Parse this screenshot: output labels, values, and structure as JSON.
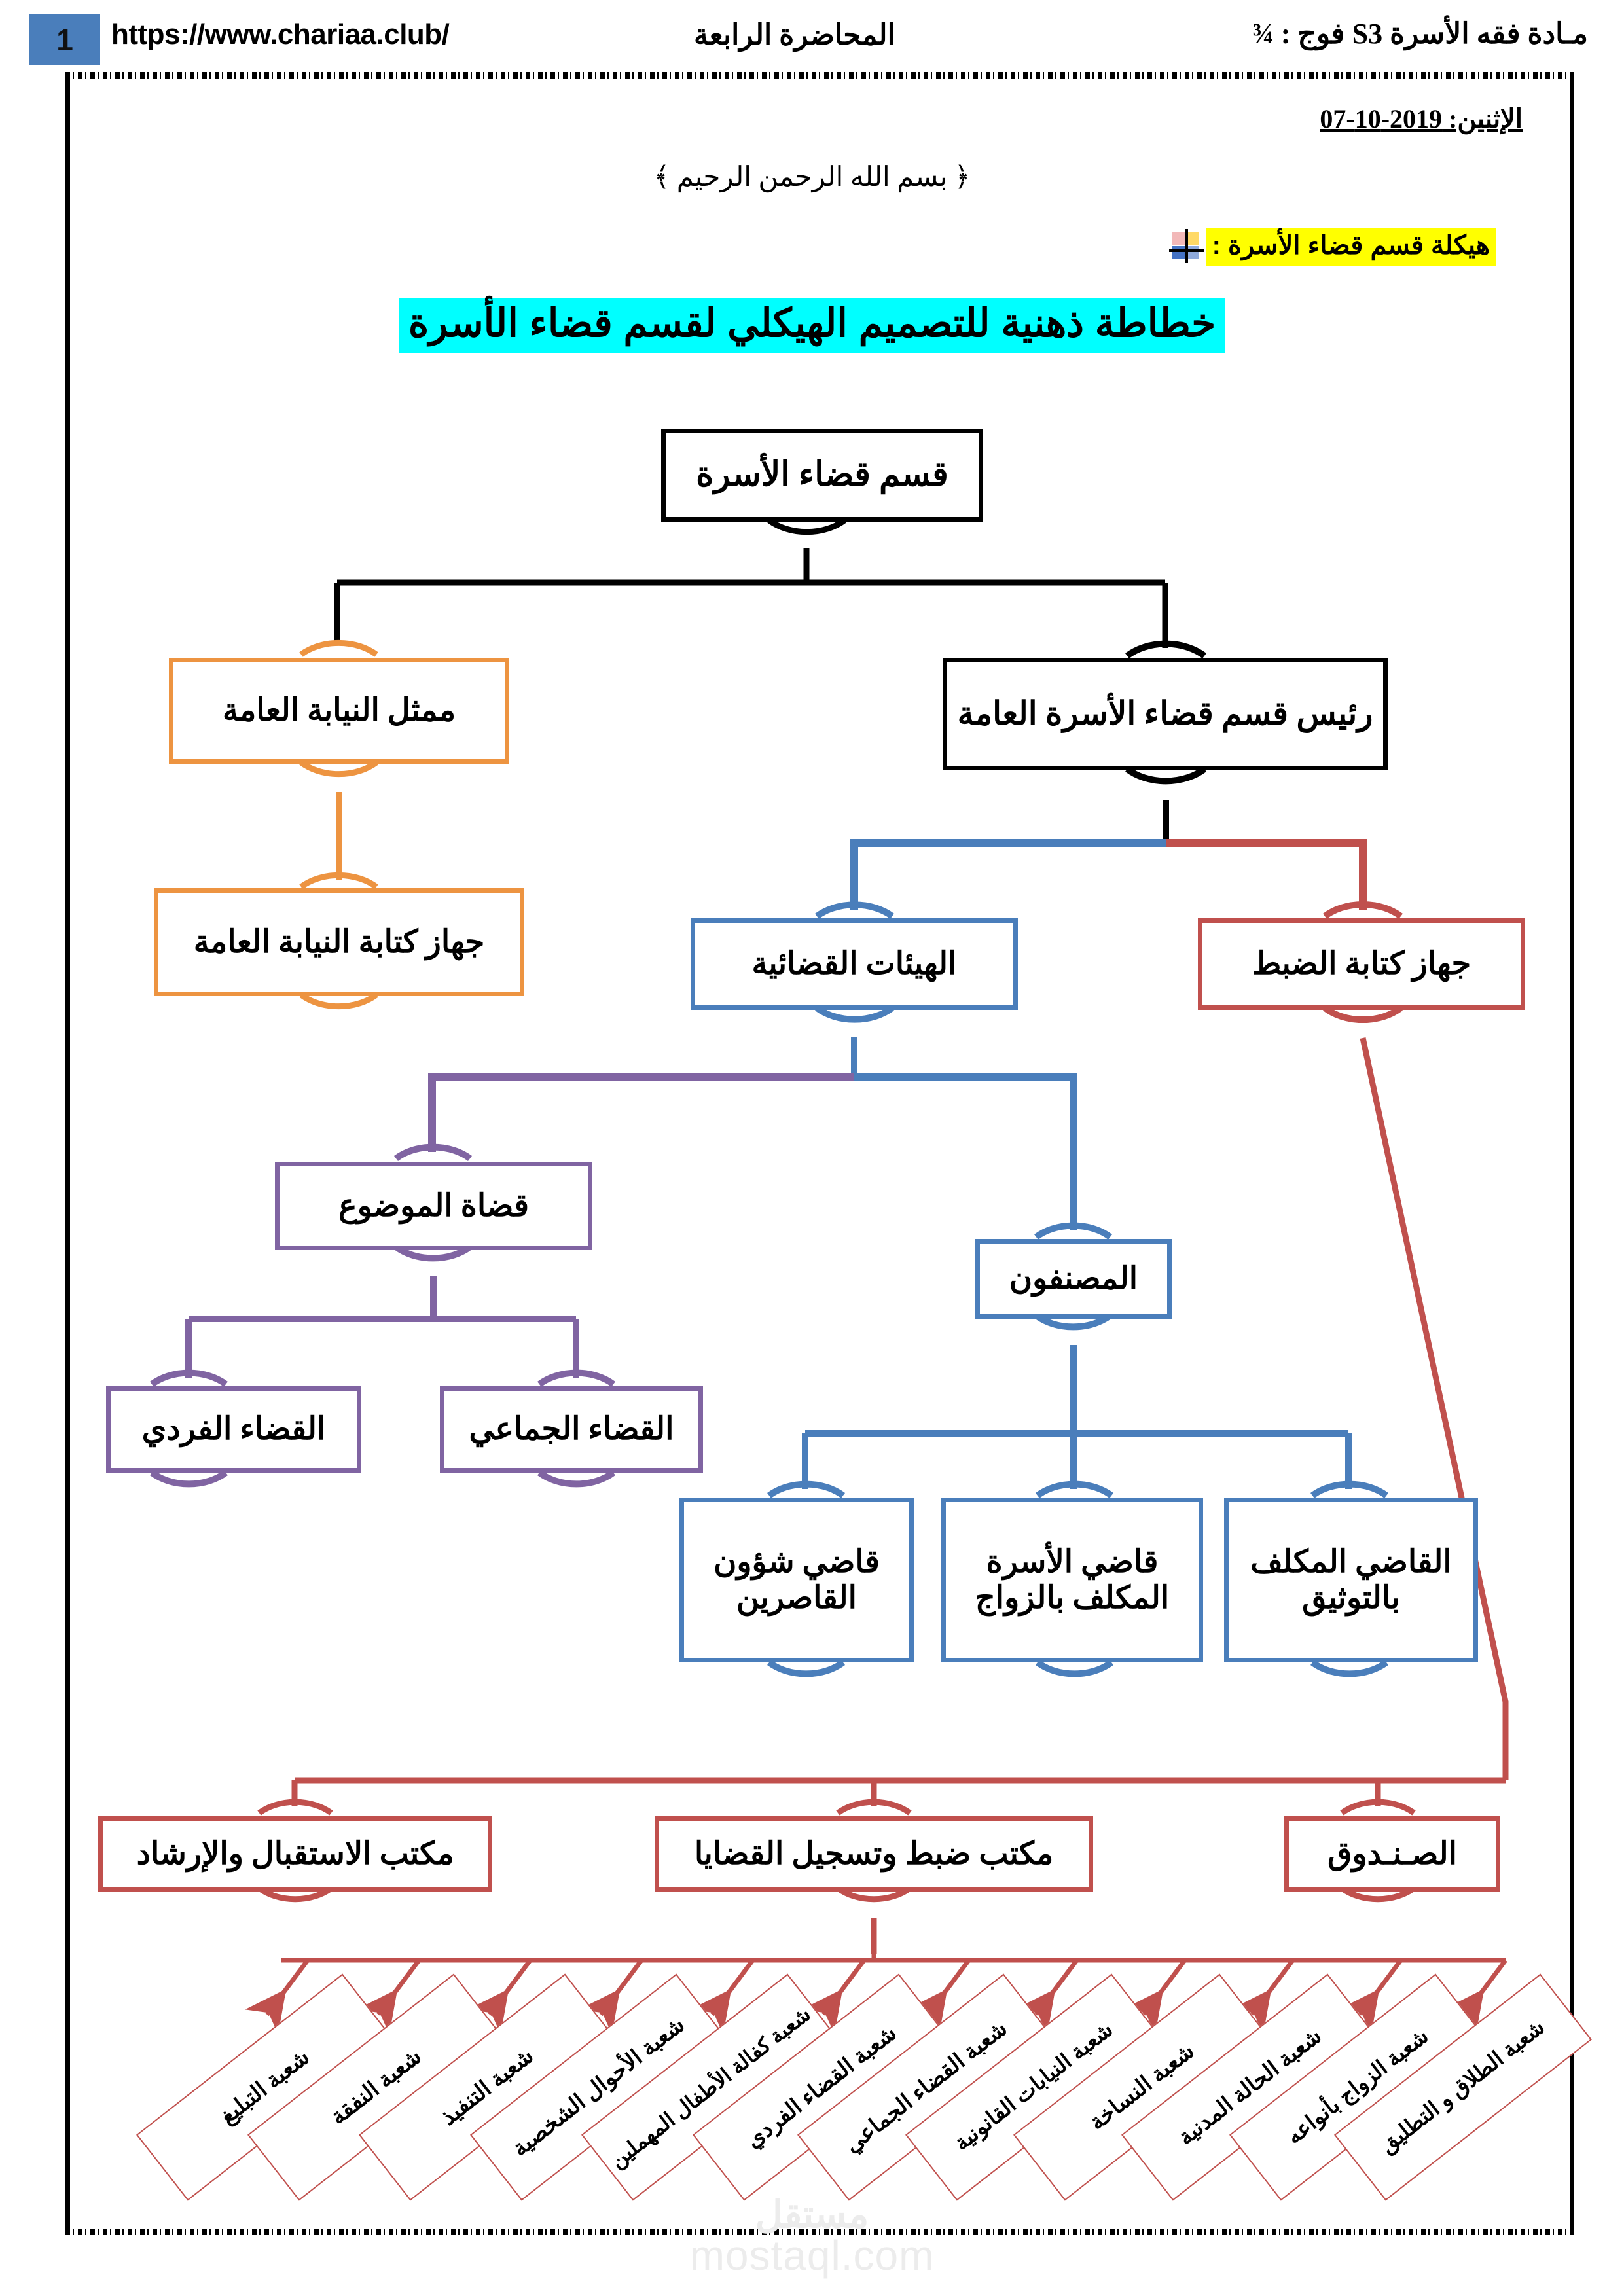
{
  "header": {
    "page_number": "1",
    "site_url": "https://www.chariaa.club/",
    "lecture_title": "المحاضرة الرابعة",
    "course_title": "مـادة فقه الأسرة S3 فوج : ¾"
  },
  "date_line": "الإثنين: 2019-10-07",
  "basmala": "﴿ بسم الله الرحمن الرحيم ﴾",
  "section_heading": "هيكلة قسم قضاء الأسرة :",
  "diagram_title": "خطاطة ذهنية للتصميم الهيكلي لقسم قضاء الأسرة",
  "watermark": {
    "arabic": "مستقل",
    "latin": "mostaql.com"
  },
  "colors": {
    "black": "#000000",
    "orange": "#ed9441",
    "blue": "#4a7ebb",
    "red": "#c0504d",
    "purple": "#8064a2",
    "highlight_yellow": "#ffff00",
    "highlight_cyan": "#00ffff",
    "badge_blue": "#4a7ebb"
  },
  "chart_data": {
    "type": "diagram",
    "title": "خطاطة ذهنية للتصميم الهيكلي لقسم قضاء الأسرة",
    "nodes": [
      {
        "id": "root",
        "label": "قسم قضاء الأسرة",
        "color": "black"
      },
      {
        "id": "prosecutor",
        "label": "ممثل النيابة العامة",
        "color": "orange"
      },
      {
        "id": "prosec_clerk",
        "label": "جهاز كتابة النيابة العامة",
        "color": "orange"
      },
      {
        "id": "president",
        "label": "رئيس قسم قضاء الأسرة العامة",
        "color": "black"
      },
      {
        "id": "judicial",
        "label": "الهيئات القضائية",
        "color": "blue"
      },
      {
        "id": "registry",
        "label": "جهاز كتابة الضبط",
        "color": "red"
      },
      {
        "id": "subject_j",
        "label": "قضاة الموضوع",
        "color": "purple"
      },
      {
        "id": "classified",
        "label": "المصنفون",
        "color": "blue"
      },
      {
        "id": "single_j",
        "label": "القضاء الفردي",
        "color": "purple"
      },
      {
        "id": "collective_j",
        "label": "القضاء الجماعي",
        "color": "purple"
      },
      {
        "id": "minors_j",
        "label": "قاضي شؤون القاصرين",
        "color": "blue"
      },
      {
        "id": "marriage_j",
        "label": "قاضي الأسرة المكلف بالزواج",
        "color": "blue"
      },
      {
        "id": "notary_j",
        "label": "القاضي المكلف بالتوثيق",
        "color": "blue"
      },
      {
        "id": "reception",
        "label": "مكتب الاستقبال والإرشاد",
        "color": "red"
      },
      {
        "id": "case_office",
        "label": "مكتب ضبط وتسجيل القضايا",
        "color": "red"
      },
      {
        "id": "fund",
        "label": "الصـنـدوق",
        "color": "red"
      }
    ],
    "edges": [
      {
        "from": "root",
        "to": "prosecutor",
        "color": "black"
      },
      {
        "from": "root",
        "to": "president",
        "color": "black"
      },
      {
        "from": "prosecutor",
        "to": "prosec_clerk",
        "color": "orange"
      },
      {
        "from": "president",
        "to": "judicial",
        "color": "blue"
      },
      {
        "from": "president",
        "to": "registry",
        "color": "red"
      },
      {
        "from": "judicial",
        "to": "subject_j",
        "color": "purple"
      },
      {
        "from": "judicial",
        "to": "classified",
        "color": "blue"
      },
      {
        "from": "subject_j",
        "to": "single_j",
        "color": "purple"
      },
      {
        "from": "subject_j",
        "to": "collective_j",
        "color": "purple"
      },
      {
        "from": "classified",
        "to": "minors_j",
        "color": "blue"
      },
      {
        "from": "classified",
        "to": "marriage_j",
        "color": "blue"
      },
      {
        "from": "classified",
        "to": "notary_j",
        "color": "blue"
      },
      {
        "from": "registry",
        "to": "reception",
        "color": "red"
      },
      {
        "from": "registry",
        "to": "case_office",
        "color": "red"
      },
      {
        "from": "registry",
        "to": "fund",
        "color": "red"
      }
    ],
    "leaf_branches": [
      "شعبة التبليغ",
      "شعبة النفقة",
      "شعبة التنفيذ",
      "شعبة الأحوال الشخصية",
      "شعبة كفالة الأطفال المهملين",
      "شعبة القضاء الفردي",
      "شعبة القضاء الجماعي",
      "شعبة النيابات القانونية",
      "شعبة النساخة",
      "شعبة الحالة المدنية",
      "شعبة الزواج بأنواعه",
      "شعبة الطلاق و التطليق"
    ]
  }
}
